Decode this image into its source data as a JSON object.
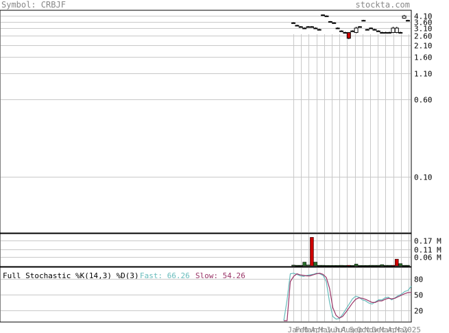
{
  "header": {
    "symbol_label": "Symbol: CRBJF",
    "brand": "stockta.com"
  },
  "colors": {
    "grid": "#c8c8c8",
    "frame": "#000000",
    "text": "#000000",
    "header_text": "#888888",
    "up": "#ffffff",
    "down": "#cc0000",
    "vol_up": "#2a6e2a",
    "vol_down": "#cc0000",
    "fast": "#66bbbb",
    "slow": "#993366"
  },
  "chart_data": [
    {
      "type": "candlestick",
      "scale": "log",
      "price_ticks": [
        4.1,
        3.6,
        3.1,
        2.6,
        2.1,
        1.6,
        1.1,
        0.6,
        0.1
      ],
      "price_tick_labels": [
        "4.10",
        "3.60",
        "3.10",
        "2.60",
        "2.10",
        "1.60",
        "1.10",
        "0.60",
        "0.10"
      ],
      "month_labels": [
        "Jan",
        "Feb",
        "Mar",
        "Apr",
        "May",
        "Jun",
        "Jul",
        "Aug",
        "Sep",
        "Oct",
        "Nov",
        "Dec",
        "Mar",
        "Apr",
        "May",
        "2025"
      ],
      "candles": [
        {
          "o": 3.5,
          "h": 3.55,
          "l": 3.45,
          "c": 3.5
        },
        {
          "o": 3.3,
          "h": 3.35,
          "l": 3.25,
          "c": 3.3
        },
        {
          "o": 3.2,
          "h": 3.25,
          "l": 3.15,
          "c": 3.2
        },
        {
          "o": 3.1,
          "h": 3.15,
          "l": 3.05,
          "c": 3.1
        },
        {
          "o": 3.2,
          "h": 3.25,
          "l": 3.15,
          "c": 3.2
        },
        {
          "o": 3.2,
          "h": 3.25,
          "l": 3.15,
          "c": 3.2
        },
        {
          "o": 3.1,
          "h": 3.15,
          "l": 3.05,
          "c": 3.1
        },
        {
          "o": 3.0,
          "h": 3.05,
          "l": 2.95,
          "c": 3.0
        },
        {
          "o": 4.2,
          "h": 4.25,
          "l": 4.15,
          "c": 4.2
        },
        {
          "o": 4.1,
          "h": 4.15,
          "l": 4.05,
          "c": 4.1
        },
        {
          "o": 3.6,
          "h": 3.65,
          "l": 3.55,
          "c": 3.6
        },
        {
          "o": 3.5,
          "h": 3.55,
          "l": 3.45,
          "c": 3.5
        },
        {
          "o": 3.1,
          "h": 3.15,
          "l": 3.05,
          "c": 3.1
        },
        {
          "o": 2.9,
          "h": 2.95,
          "l": 2.85,
          "c": 2.9
        },
        {
          "o": 2.8,
          "h": 2.85,
          "l": 2.75,
          "c": 2.8
        },
        {
          "o": 2.8,
          "h": 2.8,
          "l": 2.4,
          "c": 2.45
        },
        {
          "o": 2.9,
          "h": 2.95,
          "l": 2.85,
          "c": 2.9
        },
        {
          "o": 2.8,
          "h": 3.2,
          "l": 2.75,
          "c": 3.1
        },
        {
          "o": 3.2,
          "h": 3.25,
          "l": 3.15,
          "c": 3.2
        },
        {
          "o": 3.7,
          "h": 3.75,
          "l": 3.65,
          "c": 3.7
        },
        {
          "o": 3.0,
          "h": 3.05,
          "l": 2.95,
          "c": 3.0
        },
        {
          "o": 3.1,
          "h": 3.15,
          "l": 3.05,
          "c": 3.1
        },
        {
          "o": 3.0,
          "h": 3.05,
          "l": 2.95,
          "c": 3.0
        },
        {
          "o": 2.9,
          "h": 2.95,
          "l": 2.85,
          "c": 2.9
        },
        {
          "o": 2.8,
          "h": 2.85,
          "l": 2.75,
          "c": 2.8
        },
        {
          "o": 2.8,
          "h": 2.85,
          "l": 2.75,
          "c": 2.8
        },
        {
          "o": 2.8,
          "h": 2.85,
          "l": 2.75,
          "c": 2.8
        },
        {
          "o": 2.8,
          "h": 3.2,
          "l": 2.75,
          "c": 3.1
        },
        {
          "o": 2.8,
          "h": 3.2,
          "l": 2.75,
          "c": 3.1
        },
        {
          "o": 2.8,
          "h": 2.85,
          "l": 2.75,
          "c": 2.8
        },
        {
          "o": 3.9,
          "h": 4.2,
          "l": 3.85,
          "c": 4.1
        },
        {
          "o": 3.7,
          "h": 3.75,
          "l": 3.65,
          "c": 3.7
        }
      ]
    },
    {
      "type": "bar",
      "volume_tick_labels": [
        "0.17 M",
        "0.11 M",
        "0.06 M"
      ],
      "volume_ticks": [
        0.17,
        0.11,
        0.06
      ],
      "ylim": [
        0,
        0.21
      ],
      "volumes": [
        {
          "v": 0.005,
          "dir": "up"
        },
        {
          "v": 0.004,
          "dir": "up"
        },
        {
          "v": 0.004,
          "dir": "up"
        },
        {
          "v": 0.025,
          "dir": "up"
        },
        {
          "v": 0.006,
          "dir": "up"
        },
        {
          "v": 0.19,
          "dir": "down"
        },
        {
          "v": 0.025,
          "dir": "up"
        },
        {
          "v": 0.004,
          "dir": "up"
        },
        {
          "v": 0.004,
          "dir": "up"
        },
        {
          "v": 0.003,
          "dir": "up"
        },
        {
          "v": 0.003,
          "dir": "up"
        },
        {
          "v": 0.003,
          "dir": "up"
        },
        {
          "v": 0.003,
          "dir": "up"
        },
        {
          "v": 0.004,
          "dir": "up"
        },
        {
          "v": 0.003,
          "dir": "up"
        },
        {
          "v": 0.004,
          "dir": "down"
        },
        {
          "v": 0.003,
          "dir": "up"
        },
        {
          "v": 0.012,
          "dir": "up"
        },
        {
          "v": 0.003,
          "dir": "up"
        },
        {
          "v": 0.003,
          "dir": "up"
        },
        {
          "v": 0.003,
          "dir": "up"
        },
        {
          "v": 0.004,
          "dir": "up"
        },
        {
          "v": 0.004,
          "dir": "up"
        },
        {
          "v": 0.004,
          "dir": "up"
        },
        {
          "v": 0.008,
          "dir": "up"
        },
        {
          "v": 0.004,
          "dir": "up"
        },
        {
          "v": 0.004,
          "dir": "up"
        },
        {
          "v": 0.004,
          "dir": "down"
        },
        {
          "v": 0.045,
          "dir": "down"
        },
        {
          "v": 0.015,
          "dir": "up"
        },
        {
          "v": 0.004,
          "dir": "up"
        },
        {
          "v": 0.004,
          "dir": "up"
        }
      ]
    },
    {
      "type": "line",
      "title": "Full Stochastic %K(14,3) %D(3)",
      "fast_label": "Fast: 66.26",
      "slow_label": "Slow: 54.26",
      "ylim": [
        0,
        100
      ],
      "y_ticks": [
        80,
        50,
        20
      ],
      "series": [
        {
          "name": "Fast",
          "values": [
            0,
            40,
            90,
            91,
            89,
            86,
            85,
            87,
            88,
            89,
            91,
            90,
            87,
            75,
            35,
            8,
            3,
            4,
            12,
            22,
            32,
            42,
            47,
            45,
            40,
            38,
            34,
            32,
            36,
            40,
            40,
            44,
            45,
            40,
            44,
            48,
            51,
            56,
            58,
            66.26
          ]
        },
        {
          "name": "Slow",
          "values": [
            0,
            0,
            75,
            85,
            90,
            88,
            87,
            86,
            86,
            88,
            90,
            91,
            89,
            83,
            62,
            25,
            10,
            5,
            8,
            16,
            25,
            34,
            41,
            44,
            43,
            41,
            38,
            35,
            35,
            38,
            38,
            41,
            43,
            42,
            43,
            46,
            49,
            52,
            54,
            54.26
          ]
        }
      ]
    }
  ]
}
